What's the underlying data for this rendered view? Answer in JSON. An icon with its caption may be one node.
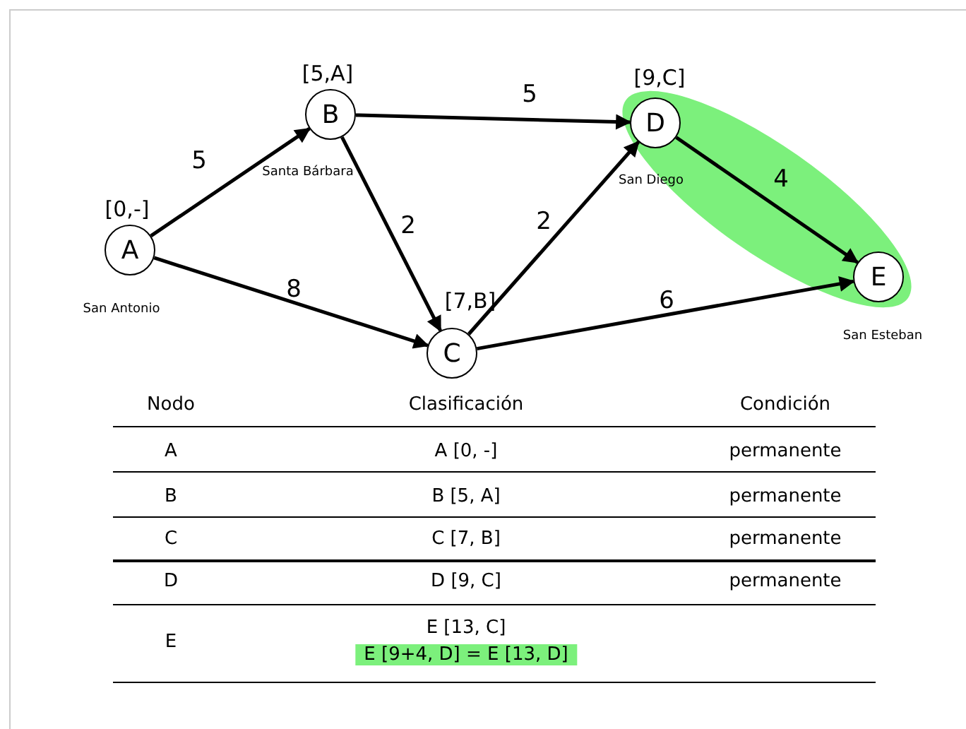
{
  "diagram": {
    "nodes": [
      {
        "text": [
          "A"
        ],
        "beside": [
          "[0,-]",
          "San Antonio"
        ]
      },
      {
        "text": [
          "B"
        ],
        "beside": [
          "[5,A]",
          "Santa Bárbara"
        ]
      },
      {
        "text": [
          "C"
        ],
        "beside": [
          "[7,B]"
        ]
      },
      {
        "text": [
          "D"
        ],
        "beside": [
          "[9,C]",
          "San Diego"
        ]
      },
      {
        "text": [
          "E"
        ],
        "beside": [
          "San Esteban"
        ]
      }
    ],
    "edges": [
      {
        "from": 0,
        "to": 1,
        "arrow": "to",
        "label": "5"
      },
      {
        "from": 0,
        "to": 2,
        "arrow": "to",
        "label": "8"
      },
      {
        "from": 1,
        "to": 3,
        "arrow": "to",
        "label": "5"
      },
      {
        "from": 1,
        "to": 2,
        "arrow": "to",
        "label": "2"
      },
      {
        "from": 2,
        "to": 3,
        "arrow": "to",
        "label": "2"
      },
      {
        "from": 2,
        "to": 4,
        "arrow": "to",
        "label": "6"
      },
      {
        "from": 3,
        "to": 4,
        "arrow": "to",
        "label": "4"
      }
    ],
    "labels": [
      "Nodo",
      "Clasificación",
      "Condición",
      "A",
      "A [0, -]",
      "permanente",
      "B",
      "B [5, A]",
      "permanente",
      "C",
      "C [7, B]",
      "permanente",
      "D",
      "D [9, C]",
      "permanente",
      "E",
      "E [13, C]",
      "E [9+4, D] = E [13, D]"
    ]
  }
}
